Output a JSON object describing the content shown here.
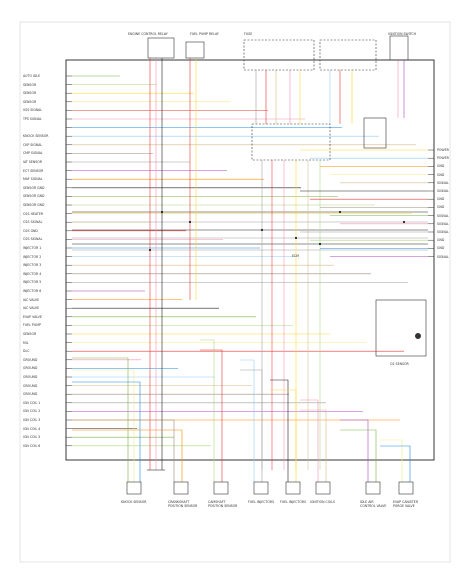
{
  "diagram": {
    "frame_color": "#222222",
    "wire_colors": {
      "red": "#e53935",
      "pink": "#f48fb1",
      "yellow": "#fdd835",
      "light_yellow": "#f4e98a",
      "green": "#7cb342",
      "light_green": "#aed581",
      "blue": "#1e88e5",
      "light_blue": "#90caf9",
      "brown": "#a1887f",
      "tan": "#d7b98a",
      "gray": "#9e9e9e",
      "black": "#212121",
      "violet": "#ab47bc",
      "orange": "#fb8c00"
    },
    "top_labels": [
      "ENGINE CONTROL RELAY",
      "FUEL PUMP RELAY",
      "FUSE",
      "IGNITION SWITCH"
    ],
    "left_labels": [
      "AUTO IDLE",
      "SENSOR",
      "SENSOR",
      "SENSOR",
      "VSS SIGNAL",
      "TPS SIGNAL",
      "",
      "KNOCK SENSOR",
      "CKP SIGNAL",
      "CMP SIGNAL",
      "IAT SENSOR",
      "ECT SENSOR",
      "MAF SIGNAL",
      "SENSOR GND",
      "SENSOR GND",
      "SENSOR GND",
      "O2S HEATER",
      "O2S SIGNAL",
      "O2S GND",
      "O2S SIGNAL",
      "INJECTOR 1",
      "INJECTOR 2",
      "INJECTOR 3",
      "INJECTOR 4",
      "INJECTOR 5",
      "INJECTOR 6",
      "IAC VALVE",
      "IAC VALVE",
      "EVAP VALVE",
      "FUEL PUMP",
      "SENSOR",
      "MIL",
      "DLC",
      "GROUND",
      "GROUND",
      "GROUND",
      "GROUND",
      "GROUND",
      "IGN COIL 1",
      "IGN COIL 2",
      "IGN COIL 3",
      "IGN COIL 4",
      "IGN COIL 5",
      "IGN COIL 6"
    ],
    "right_labels": [
      "POWER",
      "POWER",
      "GND",
      "GND",
      "SIGNAL",
      "SIGNAL",
      "GND",
      "GND",
      "SIGNAL",
      "SIGNAL",
      "SIGNAL",
      "GND",
      "GND",
      "SIGNAL"
    ],
    "bottom_labels": [
      "KNOCK SENSOR",
      "CRANKSHAFT POSITION SENSOR",
      "CAMSHAFT POSITION SENSOR",
      "FUEL INJECTORS",
      "FUEL INJECTORS",
      "IGNITION COILS",
      "IDLE AIR CONTROL VALVE",
      "EVAP CANISTER PURGE VALVE"
    ],
    "center_label": "ECM",
    "right_component_label": "O2 SENSOR",
    "notes": "",
    "footer": ""
  }
}
